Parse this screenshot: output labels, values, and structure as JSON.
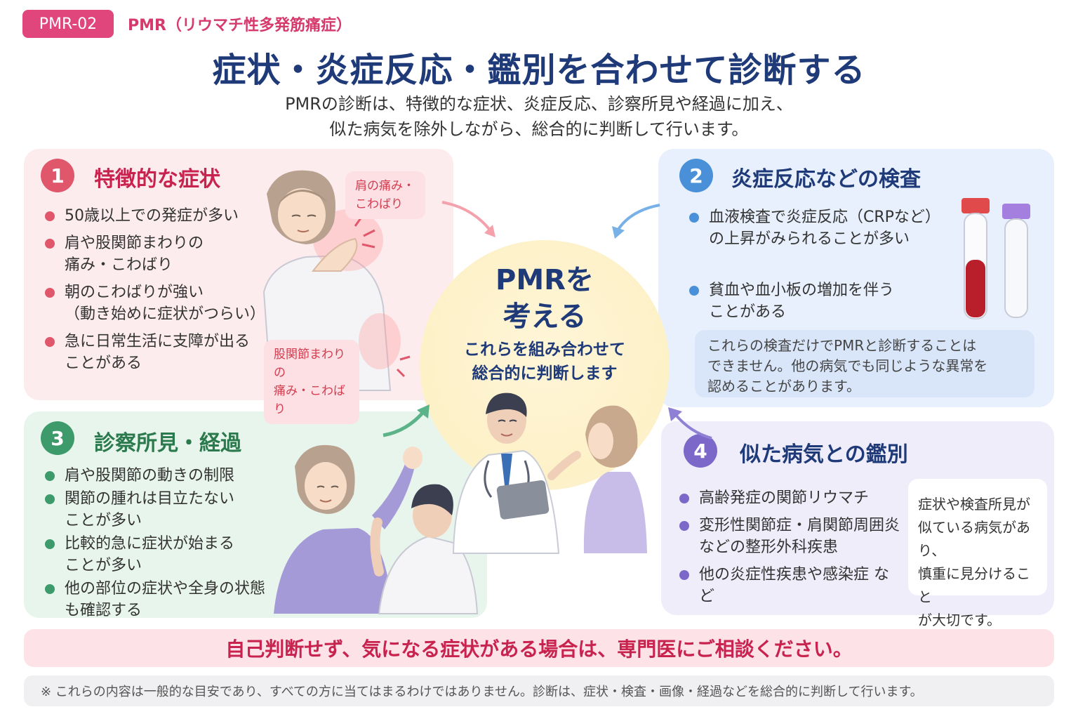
{
  "header": {
    "tag": "PMR-02",
    "tag_label": "PMR（リウマチ性多発筋痛症）",
    "title": "症状・炎症反応・鑑別を合わせて診断する",
    "intro_line1": "PMRの診断は、特徴的な症状、炎症反応、診察所見や経過に加え、",
    "intro_line2": "似た病気を除外しながら、総合的に判断して行います。"
  },
  "panel1": {
    "number": "1",
    "title": "特徴的な症状",
    "items": [
      [
        "50歳以上での発症が多い"
      ],
      [
        "肩や股関節まわりの",
        "痛み・こわばり"
      ],
      [
        "朝のこわばりが強い",
        "（動き始めに症状がつらい）"
      ],
      [
        "急に日常生活に支障が出る",
        "ことがある"
      ]
    ],
    "callout_shoulder": [
      "肩の痛み・",
      "こわばり"
    ],
    "callout_hip": [
      "股関節まわりの",
      "痛み・こわばり"
    ]
  },
  "panel2": {
    "number": "2",
    "title": "炎症反応などの検査",
    "items": [
      [
        "血液検査で炎症反応（CRPなど）",
        "の上昇がみられることが多い"
      ],
      [
        "貧血や血小板の増加を伴う",
        "ことがある"
      ]
    ],
    "note": [
      "これらの検査だけでPMRと診断することは",
      "できません。他の病気でも同じような異常を",
      "認めることがあります。"
    ]
  },
  "panel3": {
    "number": "3",
    "title": "診察所見・経過",
    "items": [
      [
        "肩や股関節の動きの制限"
      ],
      [
        "関節の腫れは目立たない",
        "ことが多い"
      ],
      [
        "比較的急に症状が始まる",
        "ことが多い"
      ],
      [
        "他の部位の症状や全身の状態",
        "も確認する"
      ]
    ]
  },
  "panel4": {
    "number": "4",
    "title": "似た病気との鑑別",
    "items": [
      [
        "高齢発症の関節リウマチ"
      ],
      [
        "変形性関節症・肩関節周囲炎",
        "などの整形外科疾患"
      ],
      [
        "他の炎症性疾患や感染症 など"
      ]
    ],
    "note": [
      "症状や検査所見が",
      "似ている病気があり、",
      "慎重に見分けること",
      "が大切です。"
    ]
  },
  "center": {
    "line1": "PMRを",
    "line2": "考える",
    "sub1": "これらを組み合わせて",
    "sub2": "総合的に判断します"
  },
  "banner": "自己判断せず、気になる症状がある場合は、専門医にご相談ください。",
  "footnote": "※ これらの内容は一般的な目安であり、すべての方に当てはまるわけではありません。診断は、症状・検査・画像・経過などを総合的に判断して行います。",
  "colors": {
    "panel1_accent": "#e0566a",
    "panel2_accent": "#4a90d9",
    "panel3_accent": "#3d9a6a",
    "panel4_accent": "#7b68c8",
    "title_navy": "#1f3a78",
    "brand_pink": "#e0457b"
  }
}
